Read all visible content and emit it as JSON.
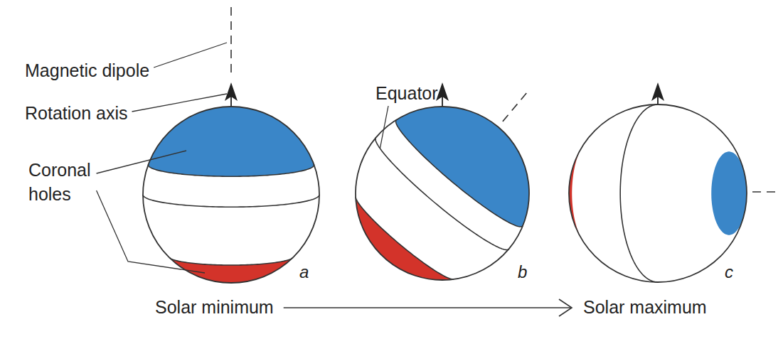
{
  "diagram": {
    "labels": [
      "Magnetic dipole",
      "Rotation axis",
      "Equator",
      "Coronal holes",
      "a",
      "b",
      "c",
      "Solar minimum",
      "Solar maximum"
    ]
  }
}
